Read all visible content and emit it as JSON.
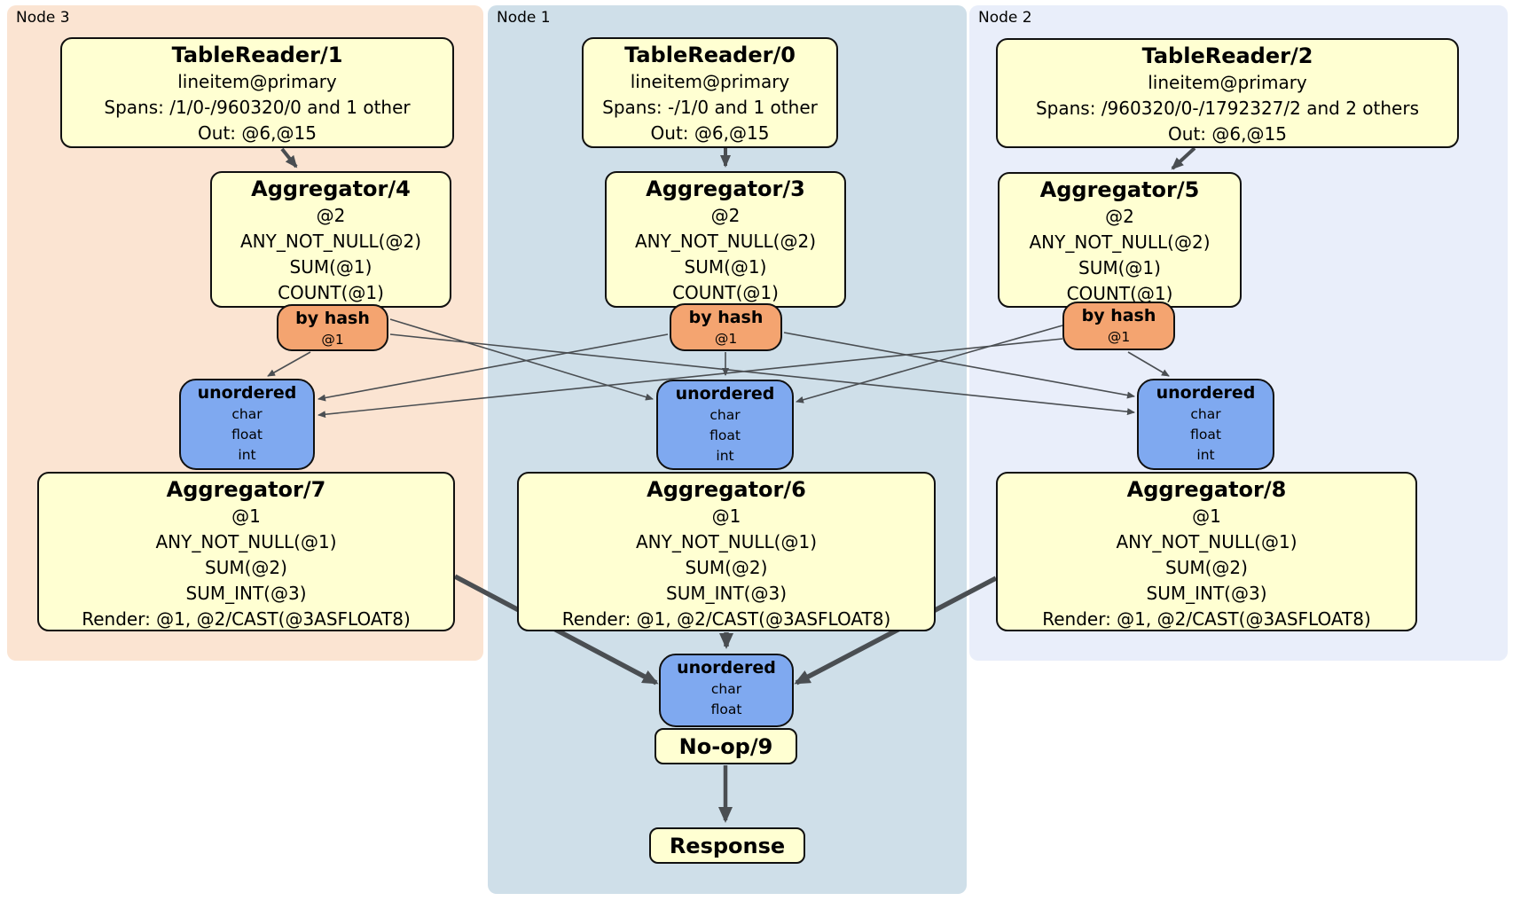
{
  "regions": [
    {
      "label": "Node 3"
    },
    {
      "label": "Node 1"
    },
    {
      "label": "Node 2"
    }
  ],
  "table_readers": [
    {
      "title": "TableReader/1",
      "index": "lineitem@primary",
      "spans": "Spans: /1/0-/960320/0 and 1 other",
      "out": "Out: @6,@15"
    },
    {
      "title": "TableReader/0",
      "index": "lineitem@primary",
      "spans": "Spans: -/1/0 and 1 other",
      "out": "Out: @6,@15"
    },
    {
      "title": "TableReader/2",
      "index": "lineitem@primary",
      "spans": "Spans: /960320/0-/1792327/2 and 2 others",
      "out": "Out: @6,@15"
    }
  ],
  "stage1_aggregators": [
    {
      "title": "Aggregator/4",
      "group_by": "@2",
      "aggregations": [
        "ANY_NOT_NULL(@2)",
        "SUM(@1)",
        "COUNT(@1)"
      ]
    },
    {
      "title": "Aggregator/3",
      "group_by": "@2",
      "aggregations": [
        "ANY_NOT_NULL(@2)",
        "SUM(@1)",
        "COUNT(@1)"
      ]
    },
    {
      "title": "Aggregator/5",
      "group_by": "@2",
      "aggregations": [
        "ANY_NOT_NULL(@2)",
        "SUM(@1)",
        "COUNT(@1)"
      ]
    }
  ],
  "hash_routers": [
    {
      "title": "by hash",
      "columns": "@1"
    },
    {
      "title": "by hash",
      "columns": "@1"
    },
    {
      "title": "by hash",
      "columns": "@1"
    }
  ],
  "unordered_syncs": [
    {
      "title": "unordered",
      "columns": [
        "char",
        "float",
        "int"
      ]
    },
    {
      "title": "unordered",
      "columns": [
        "char",
        "float",
        "int"
      ]
    },
    {
      "title": "unordered",
      "columns": [
        "char",
        "float",
        "int"
      ]
    }
  ],
  "stage2_aggregators": [
    {
      "title": "Aggregator/7",
      "group_by": "@1",
      "aggregations": [
        "ANY_NOT_NULL(@1)",
        "SUM(@2)",
        "SUM_INT(@3)"
      ],
      "render": "Render: @1, @2/CAST(@3ASFLOAT8)"
    },
    {
      "title": "Aggregator/6",
      "group_by": "@1",
      "aggregations": [
        "ANY_NOT_NULL(@1)",
        "SUM(@2)",
        "SUM_INT(@3)"
      ],
      "render": "Render: @1, @2/CAST(@3ASFLOAT8)"
    },
    {
      "title": "Aggregator/8",
      "group_by": "@1",
      "aggregations": [
        "ANY_NOT_NULL(@1)",
        "SUM(@2)",
        "SUM_INT(@3)"
      ],
      "render": "Render: @1, @2/CAST(@3ASFLOAT8)"
    }
  ],
  "final_sync": {
    "title": "unordered",
    "columns": [
      "char",
      "float"
    ]
  },
  "noop": {
    "title": "No-op/9"
  },
  "response": {
    "title": "Response"
  },
  "colors": {
    "node3_bg": "#fbe4d2",
    "node1_bg": "#cfdfe9",
    "node2_bg": "#e9eefa",
    "processor_bg": "#ffffd2",
    "router_bg": "#f4a470",
    "sync_bg": "#7fa9f0",
    "edge": "#4a4e52"
  }
}
